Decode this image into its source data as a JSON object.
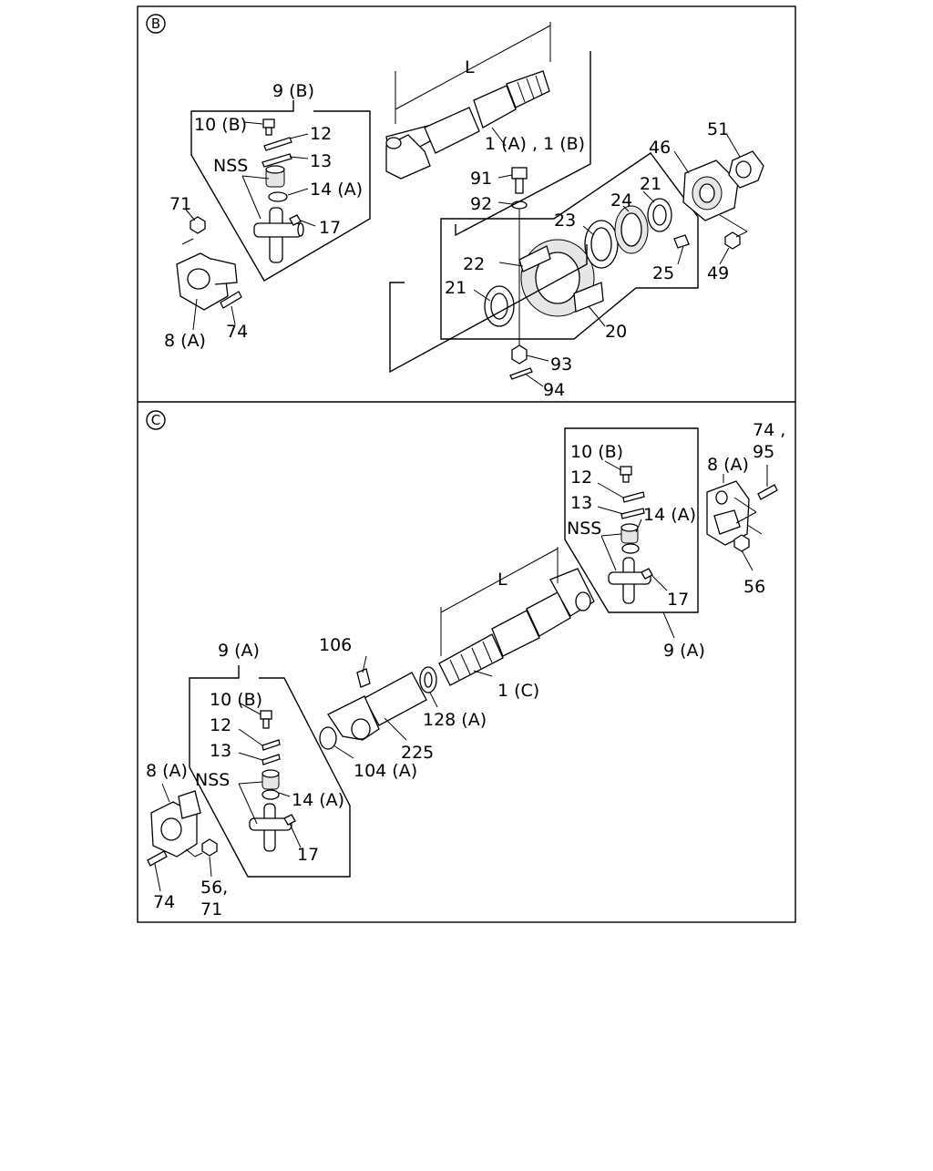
{
  "panels": [
    {
      "id": "B",
      "letter": "B",
      "labels": {
        "l1": "9 (B)",
        "l2": "10 (B)",
        "l3": "12",
        "l4": "13",
        "l5": "NSS",
        "l6": "14 (A)",
        "l7": "17",
        "l8": "71",
        "l9": "8 (A)",
        "l10": "74",
        "l11": "L",
        "l12": "1 (A) , 1 (B)",
        "l13": "91",
        "l14": "92",
        "l15": "46",
        "l16": "51",
        "l17": "24",
        "l18": "21",
        "l19": "23",
        "l20": "22",
        "l21": "25",
        "l22": "49",
        "l23": "21",
        "l24": "20",
        "l25": "93",
        "l26": "94"
      }
    },
    {
      "id": "C",
      "letter": "C",
      "labels": {
        "l1": "74 ,",
        "l2": "95",
        "l3": "8 (A)",
        "l4": "10 (B)",
        "l5": "12",
        "l6": "13",
        "l7": "14 (A)",
        "l8": "NSS",
        "l9": "56",
        "l10": "17",
        "l11": "L",
        "l12": "9 (A)",
        "l13": "106",
        "l14": "9 (A)",
        "l15": "1 (C)",
        "l16": "128 (A)",
        "l17": "10 (B)",
        "l18": "225",
        "l19": "12",
        "l20": "104 (A)",
        "l21": "13",
        "l22": "8 (A)",
        "l23": "NSS",
        "l24": "14 (A)",
        "l25": "17",
        "l26": "56,",
        "l27": "71",
        "l28": "74"
      }
    }
  ]
}
